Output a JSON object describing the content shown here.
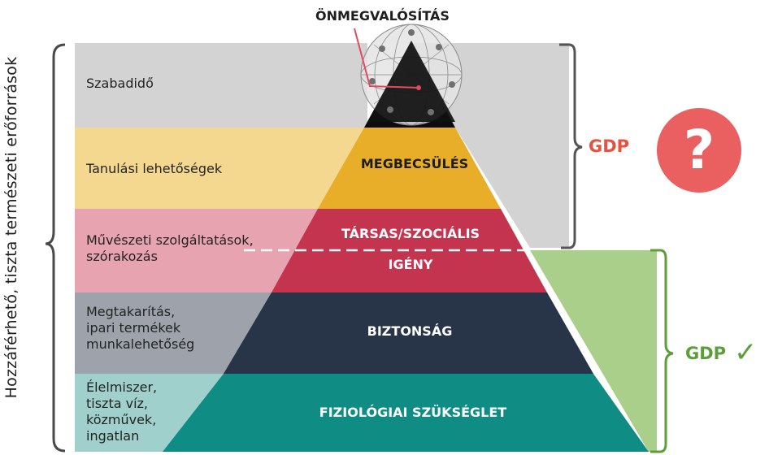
{
  "side_label": "Hozzáférhető, tiszta természeti erőforrások",
  "top_title": "ÖNMEGVALÓSÍTÁS",
  "rows": [
    {
      "label": "Szabadidő"
    },
    {
      "label": "Tanulási lehetőségek"
    },
    {
      "label": "Művészeti szolgáltatások,\nszórakozás"
    },
    {
      "label": "Megtakarítás,\nipari termékek\nmunkalehetőség"
    },
    {
      "label": "Élelmiszer,\ntiszta víz,\nközművek,\ningatlan"
    }
  ],
  "levels": {
    "esteem": "MEGBECSÜLÉS",
    "social_top": "TÁRSAS/SZOCIÁLIS",
    "social_bottom": "IGÉNY",
    "safety": "BIZTONSÁG",
    "physiological": "FIZIOLÓGIAI SZÜKSÉGLET"
  },
  "gdp_top": "GDP",
  "gdp_top_badge": "?",
  "gdp_bottom": "GDP",
  "gdp_bottom_mark": "✓",
  "colors": {
    "row_leisure": "#d3d3d4",
    "row_learning": "#f4d88f",
    "row_arts": "#e7a3b0",
    "row_savings": "#9ea3ab",
    "row_food": "#9fd0cb",
    "level_esteem": "#e8ae2a",
    "level_social": "#c5344e",
    "level_safety": "#283448",
    "level_physiological": "#0f8c84",
    "apex": "#0c0c0c",
    "gdp_top": "#e5523f",
    "gdp_bottom": "#5c9e3a",
    "green_fill": "#a9cf8a"
  },
  "icons": [
    "network-globe-icon",
    "question-mark-icon",
    "checkmark-icon",
    "left-brace-icon",
    "right-bracket-icon"
  ]
}
